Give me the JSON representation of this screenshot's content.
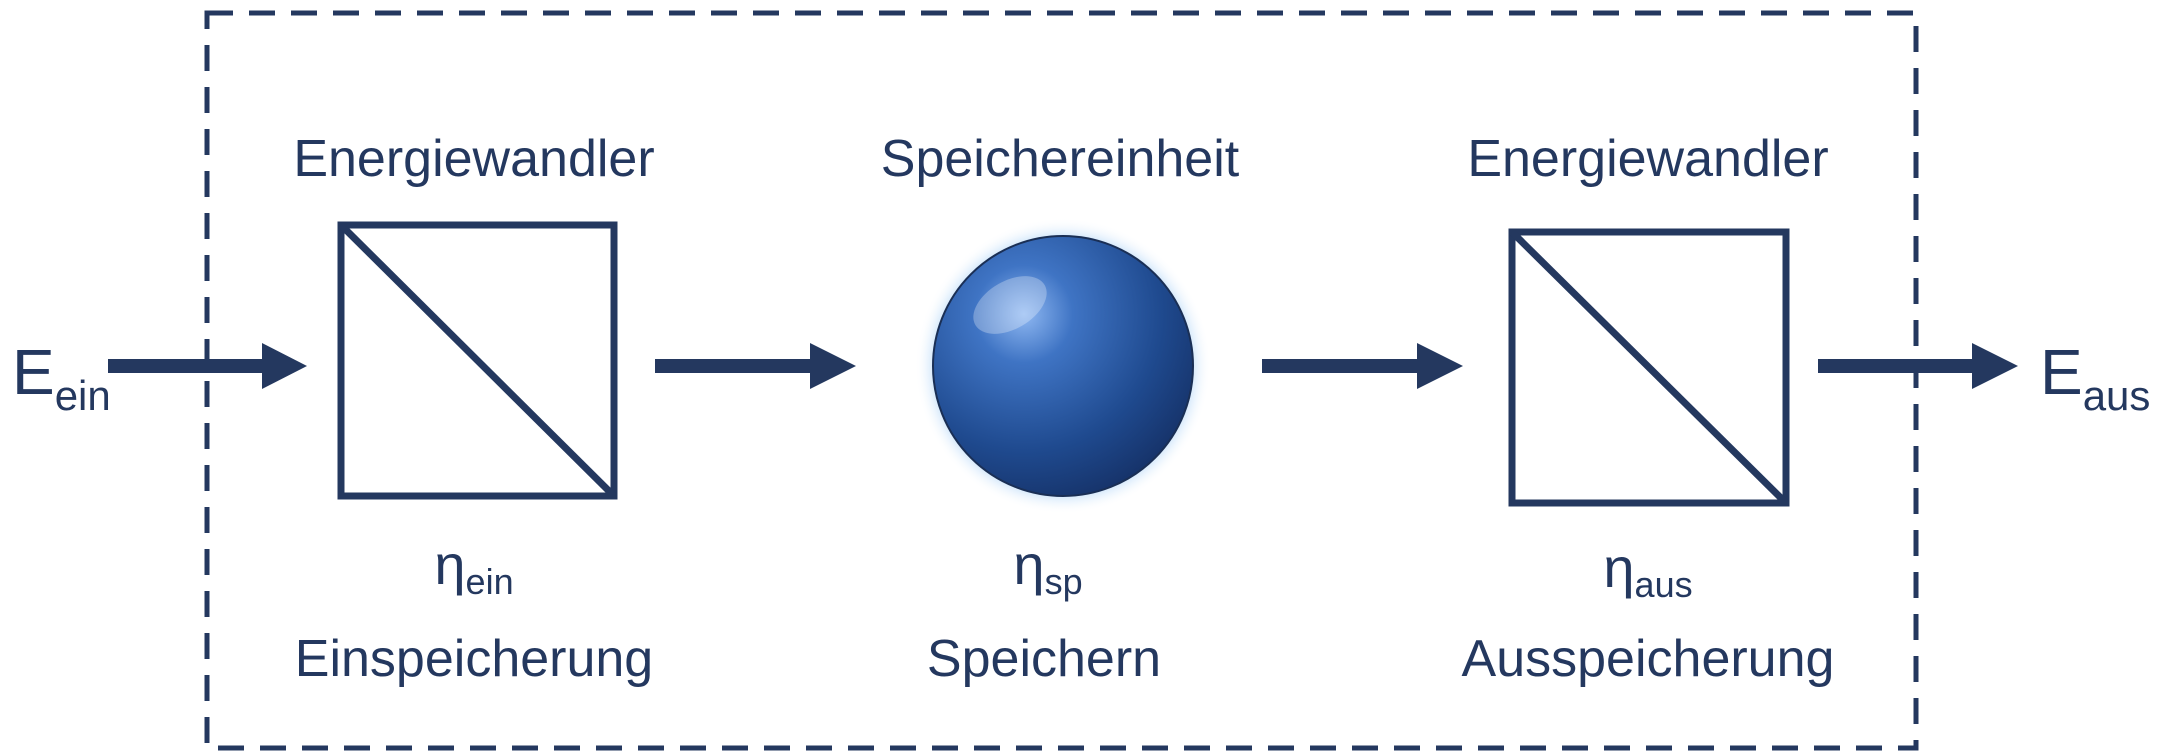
{
  "colors": {
    "stroke": "#24385f",
    "text": "#24385f",
    "sphere_core": "#1f4a8f",
    "sphere_highlight": "#8fb8f2",
    "sphere_glow": "#5aa6f0"
  },
  "input": {
    "symbol": "E",
    "subscript": "ein"
  },
  "output": {
    "symbol": "E",
    "subscript": "aus"
  },
  "stages": [
    {
      "title": "Energiewandler",
      "eta_symbol": "η",
      "eta_subscript": "ein",
      "caption": "Einspeicherung",
      "shape": "converter-square-icon"
    },
    {
      "title": "Speichereinheit",
      "eta_symbol": "η",
      "eta_subscript": "sp",
      "caption": "Speichern",
      "shape": "storage-sphere-icon"
    },
    {
      "title": "Energiewandler",
      "eta_symbol": "η",
      "eta_subscript": "aus",
      "caption": "Ausspeicherung",
      "shape": "converter-square-icon"
    }
  ]
}
